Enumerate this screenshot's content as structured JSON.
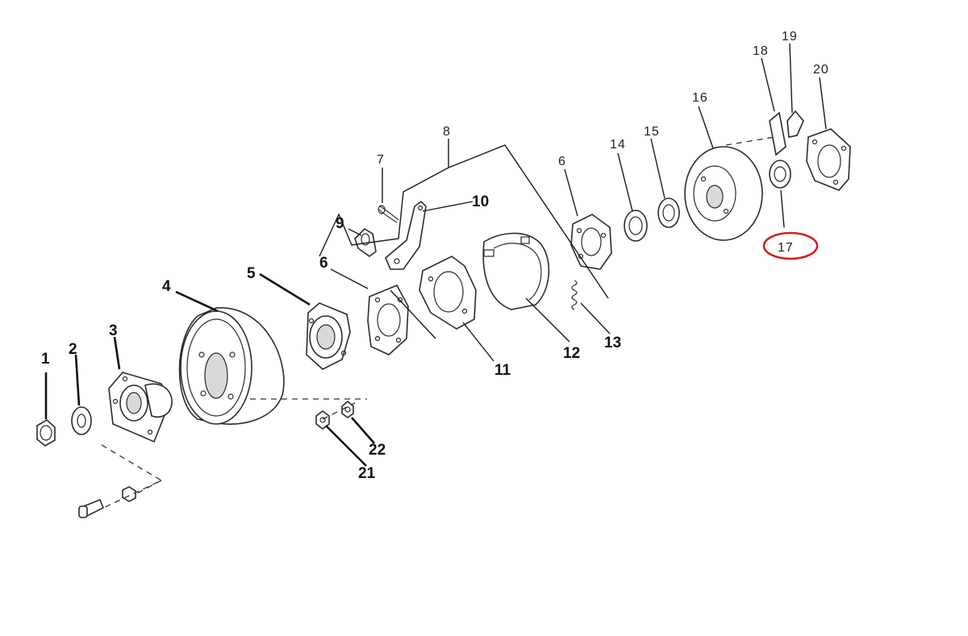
{
  "callouts": {
    "c1": "1",
    "c2": "2",
    "c3": "3",
    "c4": "4",
    "c5": "5",
    "c6a": "6",
    "c6b": "6",
    "c7": "7",
    "c8": "8",
    "c9": "9",
    "c10": "10",
    "c11": "11",
    "c12": "12",
    "c13": "13",
    "c14": "14",
    "c15": "15",
    "c16": "16",
    "c17": "17",
    "c18": "18",
    "c19": "19",
    "c20": "20",
    "c21": "21",
    "c22": "22"
  },
  "highlight": {
    "part": "17",
    "color": "#d42020"
  }
}
